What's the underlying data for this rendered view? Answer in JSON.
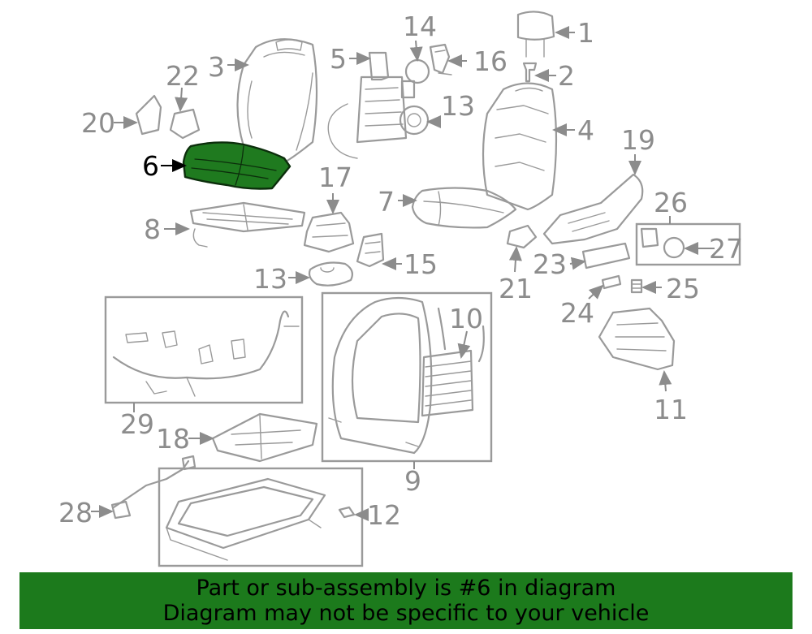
{
  "highlighted_part": "6",
  "colors": {
    "highlight": "#1f7a1f",
    "banner": "#1c7a1c",
    "lines": "#9a9a9a"
  },
  "callouts": {
    "c1": "1",
    "c2": "2",
    "c3": "3",
    "c4": "4",
    "c5": "5",
    "c6": "6",
    "c7": "7",
    "c8": "8",
    "c9": "9",
    "c10": "10",
    "c11": "11",
    "c12": "12",
    "c13a": "13",
    "c13b": "13",
    "c14": "14",
    "c15": "15",
    "c16": "16",
    "c17": "17",
    "c18": "18",
    "c19": "19",
    "c20": "20",
    "c21": "21",
    "c22": "22",
    "c23": "23",
    "c24": "24",
    "c25": "25",
    "c26": "26",
    "c27": "27",
    "c28": "28",
    "c29": "29"
  },
  "banner": {
    "line1": "Part or sub-assembly is #6 in diagram",
    "line2": "Diagram may not be specific to your vehicle"
  }
}
